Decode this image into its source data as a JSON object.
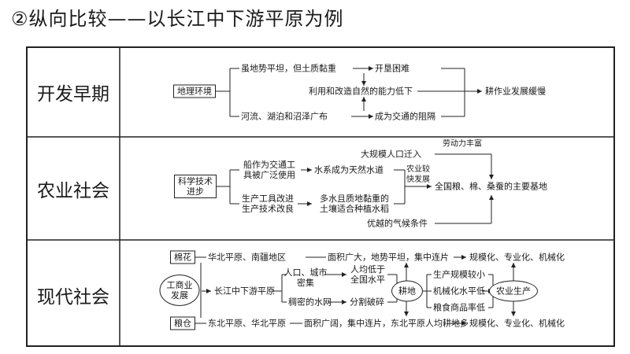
{
  "title": "②纵向比较——以长江中下游平原为例",
  "rows": [
    {
      "period": "开发早期"
    },
    {
      "period": "农业社会"
    },
    {
      "period": "现代社会"
    }
  ],
  "early": {
    "source": "地理环境",
    "a1": "虽地势平坦，但土质黏重",
    "a2": "开垦困难",
    "mid": "利用和改造自然的能力低下",
    "b1": "河流、湖泊和沼泽广布",
    "b2": "成为交通的阻隔",
    "result": "耕作业发展缓慢"
  },
  "agri": {
    "source": "科学技术\n进步",
    "a1": "船作为交通工\n具被广泛使用",
    "a2": "水系成为天然水道",
    "b1": "生产工具改进\n生产技术改良",
    "b2": "多水且质地黏重的\n土壤适合种植水稻",
    "grow": "农业较\n快发展",
    "migr": "大规模人口迁入",
    "labor": "劳动力丰富",
    "climate": "优越的气候条件",
    "result": "全国粮、棉、桑蚕的主要基地"
  },
  "modern": {
    "cotton": "棉花",
    "cotton_region": "华北平原、南疆地区",
    "cotton_feat": "面积广大，地势平坦，集中连片",
    "cotton_result": "规模化、专业化、机械化",
    "industry": "工商业\n发展",
    "yangtze": "长江中下游平原",
    "city": "人口、城市\n密集",
    "water": "稠密的水网",
    "per_capita": "人均低于\n全国水平",
    "fragment": "分割破碎",
    "land": "耕地",
    "c1": "生产规模较小",
    "c2": "机械化水平低",
    "c3": "粮食商品率低",
    "agri_prod": "农业生产",
    "grain": "粮仓",
    "grain_region": "东北平原、华北平原",
    "grain_feat": "面积广阔，集中连片，东北平原人均耕地多",
    "grain_result": "规模化、专业化、机械化"
  }
}
